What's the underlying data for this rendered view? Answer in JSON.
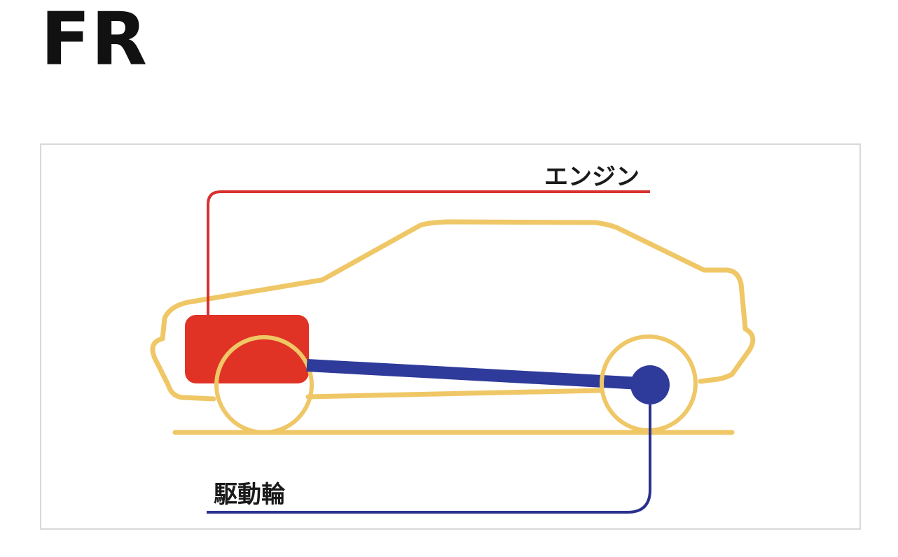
{
  "title": "FR",
  "labels": {
    "engine": "エンジン",
    "drive_wheel": "駆動輪"
  },
  "colors": {
    "car_outline": "#efc766",
    "engine": "#e03325",
    "engine_leader": "#d93030",
    "drivetrain": "#2f3b9a",
    "drive_leader": "#2a3190",
    "frame_border": "#d9d9d9",
    "text": "#1a1a1a"
  }
}
